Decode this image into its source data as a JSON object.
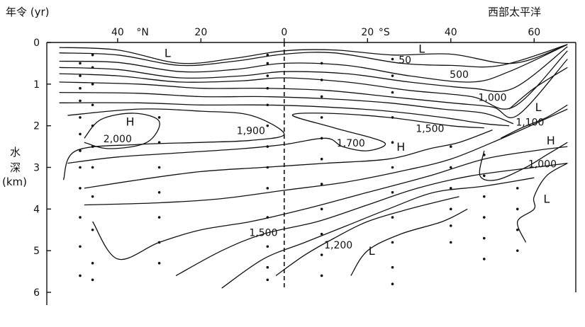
{
  "figure": {
    "ylabel_title": "年令 (yr)",
    "region_label": "西部太平洋",
    "depth_label": [
      "水",
      "深",
      "(km)"
    ]
  },
  "chart_data": {
    "type": "contour",
    "xlabel": "",
    "ylabel": "水深 (km)",
    "x_ticks": [
      {
        "label": "40",
        "lat": -40
      },
      {
        "label": "°N",
        "lat": -34
      },
      {
        "label": "20",
        "lat": -20
      },
      {
        "label": "0",
        "lat": 0
      },
      {
        "label": "20",
        "lat": 20
      },
      {
        "label": "°S",
        "lat": 24
      },
      {
        "label": "40",
        "lat": 40
      },
      {
        "label": "60",
        "lat": 60
      }
    ],
    "y_ticks": [
      0,
      1,
      2,
      3,
      4,
      5,
      6
    ],
    "xlim": [
      -57,
      70
    ],
    "ylim": [
      0,
      6
    ],
    "equator_dashed_line": 0,
    "contour_labels": [
      {
        "text": "L",
        "lat": -28,
        "depth": 0.35
      },
      {
        "text": "50",
        "lat": 29,
        "depth": 0.5
      },
      {
        "text": "L",
        "lat": 33,
        "depth": 0.25
      },
      {
        "text": "500",
        "lat": 42,
        "depth": 0.85
      },
      {
        "text": "1,000",
        "lat": 50,
        "depth": 1.4
      },
      {
        "text": "L",
        "lat": 61,
        "depth": 1.65
      },
      {
        "text": "H",
        "lat": -37,
        "depth": 2.0
      },
      {
        "text": "2,000",
        "lat": -40,
        "depth": 2.4
      },
      {
        "text": "1,900",
        "lat": -8,
        "depth": 2.2
      },
      {
        "text": "1,700",
        "lat": 16,
        "depth": 2.5
      },
      {
        "text": "H",
        "lat": 28,
        "depth": 2.6
      },
      {
        "text": "1,500",
        "lat": 35,
        "depth": 2.15
      },
      {
        "text": "1,100",
        "lat": 59,
        "depth": 2.0
      },
      {
        "text": "H",
        "lat": 64,
        "depth": 2.45
      },
      {
        "text": "1,000",
        "lat": 62,
        "depth": 3.0
      },
      {
        "text": "L",
        "lat": 63,
        "depth": 3.85
      },
      {
        "text": "1,500",
        "lat": -5,
        "depth": 4.65
      },
      {
        "text": "1,200",
        "lat": 13,
        "depth": 4.95
      },
      {
        "text": "L",
        "lat": 21,
        "depth": 5.1
      }
    ],
    "sample_stations": [
      {
        "lat": -49,
        "depths": [
          0.5,
          0.8,
          1.1,
          1.4,
          1.8,
          2.2,
          2.6,
          3.0,
          3.5,
          4.2,
          4.9,
          5.6
        ]
      },
      {
        "lat": -46,
        "depths": [
          0.3,
          0.6,
          1.0,
          1.5,
          2.0,
          2.5,
          3.0,
          3.7,
          4.5,
          5.3,
          5.7
        ]
      },
      {
        "lat": -30,
        "depths": [
          1.8,
          2.4,
          3.0,
          3.6,
          4.2,
          4.8,
          5.3
        ]
      },
      {
        "lat": -4,
        "depths": [
          0.3,
          0.5,
          0.8,
          1.1,
          1.5,
          2.0,
          2.5,
          3.0,
          3.5,
          4.2,
          4.9,
          5.4,
          5.7
        ]
      },
      {
        "lat": 9,
        "depths": [
          0.5,
          0.9,
          1.3,
          1.8,
          2.3,
          2.8,
          3.4,
          4.0,
          4.6,
          5.1,
          5.6
        ]
      },
      {
        "lat": 26,
        "depths": [
          0.4,
          0.8,
          1.2,
          1.8,
          2.4,
          3.0,
          3.6,
          4.2,
          4.8,
          5.4,
          5.8
        ]
      },
      {
        "lat": 40,
        "depths": [
          2.5,
          3.0,
          3.5,
          4.0,
          4.4,
          4.8
        ]
      },
      {
        "lat": 48,
        "depths": [
          2.7,
          3.2,
          3.7,
          4.2,
          4.7,
          5.2
        ]
      },
      {
        "lat": 56,
        "depths": [
          3.5,
          4.0,
          4.5,
          5.0
        ]
      }
    ],
    "isolines": [
      {
        "name": "surface-1",
        "points": [
          [
            -54,
            0.12
          ],
          [
            -40,
            0.18
          ],
          [
            -25,
            0.5
          ],
          [
            -12,
            0.38
          ],
          [
            0,
            0.2
          ],
          [
            12,
            0.18
          ],
          [
            26,
            0.3
          ],
          [
            40,
            0.28
          ],
          [
            55,
            0.5
          ],
          [
            68,
            0.05
          ]
        ]
      },
      {
        "name": "surface-2",
        "points": [
          [
            -54,
            0.25
          ],
          [
            -40,
            0.3
          ],
          [
            -25,
            0.55
          ],
          [
            -12,
            0.45
          ],
          [
            0,
            0.28
          ],
          [
            12,
            0.25
          ],
          [
            28,
            0.5
          ],
          [
            40,
            0.55
          ],
          [
            52,
            0.55
          ],
          [
            68,
            0.05
          ]
        ]
      },
      {
        "name": "iso-500",
        "points": [
          [
            -54,
            0.45
          ],
          [
            -40,
            0.48
          ],
          [
            -25,
            0.7
          ],
          [
            -12,
            0.65
          ],
          [
            0,
            0.5
          ],
          [
            15,
            0.55
          ],
          [
            30,
            0.8
          ],
          [
            45,
            0.95
          ],
          [
            54,
            0.7
          ],
          [
            68,
            0.05
          ]
        ]
      },
      {
        "name": "iso-a",
        "points": [
          [
            -54,
            0.6
          ],
          [
            -40,
            0.65
          ],
          [
            -25,
            0.85
          ],
          [
            -10,
            0.8
          ],
          [
            0,
            0.7
          ],
          [
            15,
            0.75
          ],
          [
            30,
            0.95
          ],
          [
            45,
            1.1
          ],
          [
            55,
            1.1
          ],
          [
            68,
            0.1
          ]
        ]
      },
      {
        "name": "iso-b",
        "points": [
          [
            -54,
            0.75
          ],
          [
            -40,
            0.8
          ],
          [
            -25,
            0.95
          ],
          [
            -10,
            0.92
          ],
          [
            0,
            0.85
          ],
          [
            15,
            0.95
          ],
          [
            30,
            1.15
          ],
          [
            45,
            1.3
          ],
          [
            55,
            1.55
          ],
          [
            68,
            0.2
          ]
        ]
      },
      {
        "name": "iso-1000",
        "points": [
          [
            -54,
            0.95
          ],
          [
            -35,
            1.0
          ],
          [
            -20,
            1.1
          ],
          [
            -5,
            1.1
          ],
          [
            10,
            1.15
          ],
          [
            25,
            1.3
          ],
          [
            40,
            1.45
          ],
          [
            50,
            1.55
          ],
          [
            56,
            1.75
          ],
          [
            68,
            0.4
          ]
        ]
      },
      {
        "name": "iso-c",
        "points": [
          [
            -54,
            1.2
          ],
          [
            -35,
            1.22
          ],
          [
            -20,
            1.3
          ],
          [
            -5,
            1.3
          ],
          [
            10,
            1.35
          ],
          [
            25,
            1.45
          ],
          [
            38,
            1.6
          ],
          [
            48,
            1.7
          ],
          [
            55,
            1.95
          ]
        ]
      },
      {
        "name": "iso-d",
        "points": [
          [
            -54,
            1.45
          ],
          [
            -35,
            1.45
          ],
          [
            -20,
            1.5
          ],
          [
            -5,
            1.5
          ],
          [
            10,
            1.55
          ],
          [
            25,
            1.65
          ],
          [
            38,
            1.8
          ],
          [
            48,
            1.95
          ],
          [
            54,
            2.0
          ]
        ]
      },
      {
        "name": "iso-1900",
        "points": [
          [
            -52,
            1.75
          ],
          [
            -35,
            1.6
          ],
          [
            -20,
            1.65
          ],
          [
            -8,
            1.75
          ],
          [
            0,
            2.2
          ],
          [
            -8,
            2.35
          ],
          [
            -20,
            2.4
          ],
          [
            -35,
            2.45
          ],
          [
            -50,
            2.6
          ],
          [
            -53,
            3.3
          ]
        ]
      },
      {
        "name": "iso-2000",
        "points": [
          [
            -48,
            2.3
          ],
          [
            -44,
            1.85
          ],
          [
            -36,
            1.7
          ],
          [
            -30,
            1.9
          ],
          [
            -33,
            2.4
          ],
          [
            -42,
            2.55
          ],
          [
            -48,
            2.4
          ]
        ]
      },
      {
        "name": "iso-1700",
        "points": [
          [
            -52,
            2.9
          ],
          [
            -40,
            2.75
          ],
          [
            -25,
            2.65
          ],
          [
            -10,
            2.55
          ],
          [
            0,
            2.45
          ],
          [
            10,
            2.3
          ],
          [
            14,
            2.5
          ],
          [
            20,
            2.6
          ],
          [
            24,
            2.4
          ],
          [
            12,
            2.05
          ],
          [
            2,
            1.75
          ],
          [
            10,
            1.7
          ],
          [
            25,
            1.8
          ],
          [
            40,
            2.0
          ],
          [
            48,
            2.05
          ]
        ]
      },
      {
        "name": "iso-1500",
        "points": [
          [
            -48,
            3.5
          ],
          [
            -35,
            3.3
          ],
          [
            -20,
            3.1
          ],
          [
            -5,
            3.0
          ],
          [
            10,
            2.9
          ],
          [
            25,
            2.8
          ],
          [
            35,
            2.55
          ],
          [
            42,
            2.4
          ],
          [
            50,
            2.1
          ]
        ]
      },
      {
        "name": "iso-e",
        "points": [
          [
            -48,
            3.9
          ],
          [
            -30,
            3.85
          ],
          [
            -15,
            3.75
          ],
          [
            0,
            3.55
          ],
          [
            15,
            3.35
          ],
          [
            30,
            3.05
          ],
          [
            40,
            2.8
          ],
          [
            50,
            2.4
          ],
          [
            58,
            2.05
          ],
          [
            68,
            1.6
          ]
        ]
      },
      {
        "name": "iso-f",
        "points": [
          [
            -46,
            4.3
          ],
          [
            -40,
            5.2
          ],
          [
            -30,
            4.8
          ],
          [
            -20,
            4.5
          ],
          [
            -8,
            4.3
          ],
          [
            5,
            4.0
          ],
          [
            20,
            3.6
          ],
          [
            35,
            3.2
          ],
          [
            48,
            2.8
          ],
          [
            60,
            2.6
          ],
          [
            68,
            2.5
          ]
        ]
      },
      {
        "name": "iso-g",
        "points": [
          [
            -26,
            5.6
          ],
          [
            -15,
            5.0
          ],
          [
            -5,
            4.6
          ],
          [
            8,
            4.3
          ],
          [
            20,
            3.9
          ],
          [
            32,
            3.5
          ],
          [
            45,
            3.2
          ],
          [
            60,
            3.0
          ],
          [
            68,
            2.9
          ]
        ]
      },
      {
        "name": "iso-h",
        "points": [
          [
            -15,
            5.9
          ],
          [
            -5,
            5.2
          ],
          [
            5,
            4.8
          ],
          [
            15,
            4.4
          ],
          [
            25,
            4.0
          ],
          [
            36,
            3.6
          ],
          [
            48,
            3.45
          ],
          [
            60,
            3.25
          ]
        ]
      },
      {
        "name": "iso-1200",
        "points": [
          [
            -2,
            5.6
          ],
          [
            5,
            5.1
          ],
          [
            12,
            4.7
          ],
          [
            20,
            4.3
          ],
          [
            30,
            4.0
          ],
          [
            42,
            3.7
          ]
        ]
      },
      {
        "name": "iso-i",
        "points": [
          [
            16,
            5.6
          ],
          [
            20,
            5.0
          ],
          [
            28,
            4.6
          ],
          [
            38,
            4.3
          ],
          [
            44,
            4.0
          ]
        ]
      },
      {
        "name": "iso-south-L",
        "points": [
          [
            58,
            4.8
          ],
          [
            56,
            4.3
          ],
          [
            60,
            4.0
          ],
          [
            60,
            3.7
          ],
          [
            63,
            3.2
          ],
          [
            68,
            2.9
          ]
        ]
      },
      {
        "name": "iso-south-H",
        "points": [
          [
            48,
            2.6
          ],
          [
            47,
            3.2
          ],
          [
            51,
            3.3
          ],
          [
            58,
            3.0
          ],
          [
            63,
            2.7
          ],
          [
            68,
            2.4
          ]
        ]
      },
      {
        "name": "iso-1100",
        "points": [
          [
            52,
            2.3
          ],
          [
            57,
            2.05
          ],
          [
            63,
            1.8
          ],
          [
            68,
            1.5
          ]
        ]
      },
      {
        "name": "iso-south-top",
        "points": [
          [
            54,
            1.6
          ],
          [
            60,
            1.1
          ],
          [
            68,
            0.6
          ]
        ]
      }
    ]
  }
}
